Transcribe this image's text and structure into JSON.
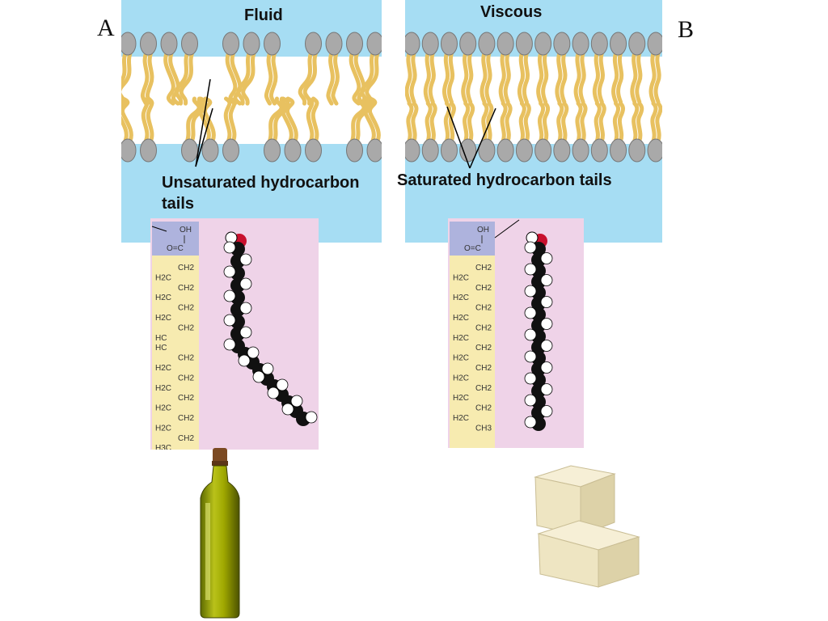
{
  "labels": {
    "a": "A",
    "b": "B"
  },
  "fluid": {
    "title": "Fluid",
    "caption_line1": "Unsaturated hydrocarbon",
    "caption_line2": "tails"
  },
  "viscous": {
    "title": "Viscous",
    "caption": "Saturated hydrocarbon tails"
  },
  "chemistry": {
    "oh": "OH",
    "carbonyl": "O=C",
    "ch2": "CH2",
    "h2c": "H2C",
    "hc": "HC",
    "ch3": "CH3",
    "h3c": "H3C"
  },
  "images": {
    "oil": "olive-oil-bottle",
    "butter": "butter-blocks"
  },
  "colors": {
    "water": "#A6DDF3",
    "head": "#A9A9A9",
    "tail": "#E8C160",
    "struct_bg": "#EFD3E8",
    "formula_bg": "#F7EBB0",
    "formula_head": "#AEB3DD",
    "oxygen": "#C8102E",
    "oil": "#9FA800",
    "butter": "#EEE5C2"
  }
}
